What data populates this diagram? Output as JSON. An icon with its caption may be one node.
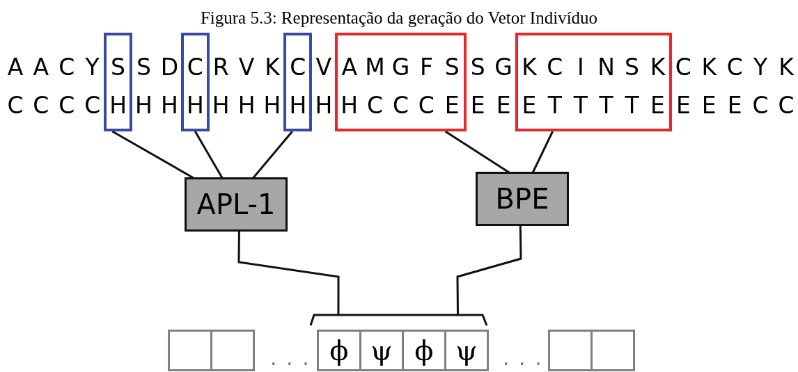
{
  "diagram": {
    "title": "Figura 5.3: Representação da geração do Vetor Indivíduo",
    "nodes": [
      {
        "text": [
          "S",
          "H"
        ]
      },
      {
        "text": [
          "C",
          "H"
        ]
      },
      {
        "text": [
          "C",
          "H"
        ]
      },
      {
        "text": [
          "A M G F S",
          "H C C C E"
        ]
      },
      {
        "text": [
          "K C I N S K",
          "E T T T T E"
        ]
      },
      {
        "text": [
          "APL-1"
        ]
      },
      {
        "text": [
          "BPE"
        ]
      },
      {
        "text": [],
        "shape": "box"
      },
      {
        "text": [],
        "shape": "box"
      },
      {
        "text": [],
        "shape": "bracket"
      },
      {
        "text": [
          "ϕ"
        ],
        "in": 9
      },
      {
        "text": [
          "ψ"
        ],
        "in": 9
      },
      {
        "text": [
          "ϕ"
        ],
        "in": 9
      },
      {
        "text": [
          "ψ"
        ],
        "in": 9
      },
      {
        "text": [],
        "shape": "box"
      },
      {
        "text": [],
        "shape": "box"
      }
    ],
    "edges": [
      {
        "from": 0,
        "to": 5,
        "arrow": "none"
      },
      {
        "from": 1,
        "to": 5,
        "arrow": "none"
      },
      {
        "from": 2,
        "to": 5,
        "arrow": "none"
      },
      {
        "from": 3,
        "to": 6,
        "arrow": "none"
      },
      {
        "from": 4,
        "to": 6,
        "arrow": "none"
      },
      {
        "from": 5,
        "to": 9,
        "arrow": "none"
      },
      {
        "from": 6,
        "to": 9,
        "arrow": "none"
      }
    ],
    "labels": [
      "A A C Y",
      "S D",
      "R V K",
      "V",
      "S G",
      "C K C Y K",
      "C C C C",
      "H H",
      "H H H",
      "H",
      "E E",
      "E E E C C",
      ". . .",
      ". . ."
    ]
  }
}
